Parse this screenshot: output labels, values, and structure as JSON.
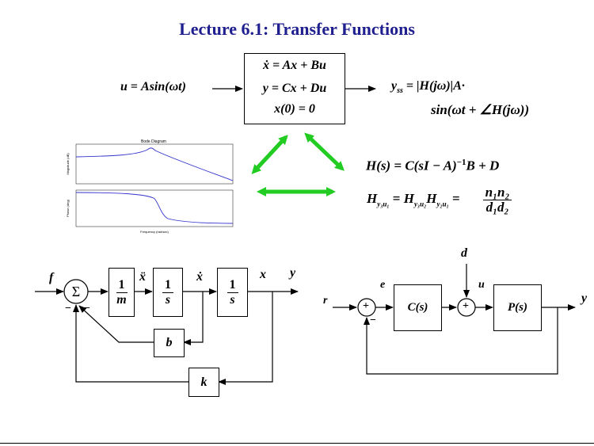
{
  "slide": {
    "title": "Lecture 6.1: Transfer Functions",
    "input_signal": {
      "lhs": "u",
      "eq": " = ",
      "rhs": "Asin(ωt)"
    },
    "state_space": {
      "line1": "ẋ = Ax + Bu",
      "line2": "y = Cx + Du",
      "line3": "x(0) = 0"
    },
    "output_signal": {
      "lhs": "y",
      "sub": "ss",
      "line1": " = |H(jω)|A·",
      "line2": "sin(ωt + ∠H(jω))"
    },
    "transfer_function": {
      "line1": "H(s) = C(sI − A)",
      "line1_sup": "−1",
      "line1_end": "B + D",
      "cascade_lhs": "H",
      "cascade_lhs_sub": "y₃u₁",
      "cascade_mid1": "H",
      "cascade_mid1_sub": "y₃u₂",
      "cascade_mid2": "H",
      "cascade_mid2_sub": "y₂u₁",
      "frac_num": "n₁n₂",
      "frac_den": "d₁d₂"
    },
    "bode": {
      "title": "Bode Diagram",
      "mag_ylabel": "Magnitude (dB)",
      "phase_ylabel": "Phase (deg)",
      "xlabel": "Frequency (rad/sec)"
    },
    "mass_spring": {
      "input": "f",
      "sum_symbol": "Σ",
      "minus1": "−",
      "minus2": "−",
      "block1_num": "1",
      "block1_den": "m",
      "block2_num": "1",
      "block2_den": "s",
      "block3_num": "1",
      "block3_den": "s",
      "sig_xddot": "ẍ",
      "sig_xdot": "ẋ",
      "sig_x": "x",
      "output": "y",
      "damper": "b",
      "spring": "k"
    },
    "feedback_loop": {
      "reference": "r",
      "error": "e",
      "disturbance": "d",
      "control": "u",
      "output": "y",
      "controller": "C(s)",
      "plant": "P(s)",
      "plus1": "+",
      "minus": "−",
      "plus2": "+"
    }
  },
  "colors": {
    "title": "#1f1f8f",
    "arrow_green": "#22cc22",
    "bode_curve": "#3333cc"
  }
}
